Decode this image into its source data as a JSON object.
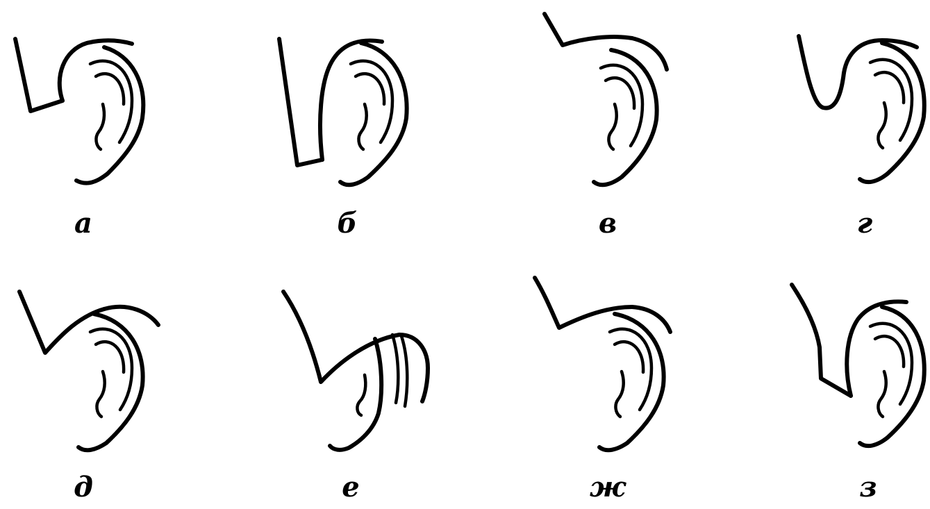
{
  "panels": [
    {
      "label": "а"
    },
    {
      "label": "б"
    },
    {
      "label": "в"
    },
    {
      "label": "г"
    },
    {
      "label": "д"
    },
    {
      "label": "е"
    },
    {
      "label": "ж"
    },
    {
      "label": "з"
    }
  ]
}
